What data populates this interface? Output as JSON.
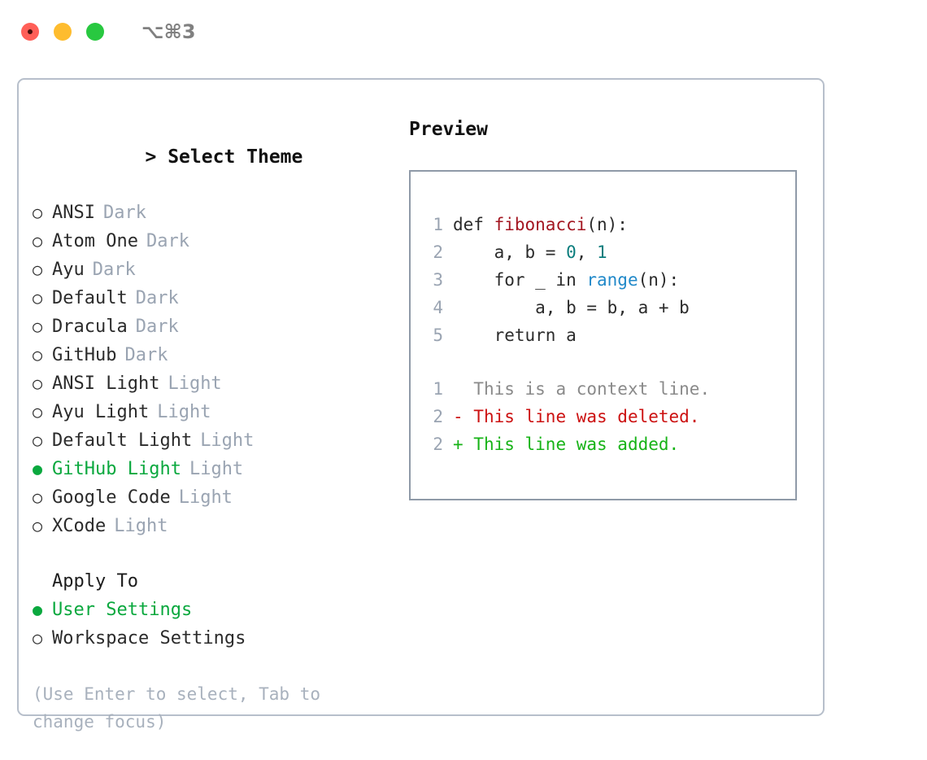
{
  "titlebar": {
    "shortcut": "⌥⌘3",
    "lights": [
      "close",
      "minimize",
      "maximize"
    ]
  },
  "theme_panel": {
    "heading_caret": ">",
    "heading": "Select Theme",
    "bullet_empty": "○",
    "bullet_filled": "●",
    "items": [
      {
        "bullet": "○",
        "name": "ANSI",
        "tag": "Dark",
        "selected": false
      },
      {
        "bullet": "○",
        "name": "Atom One",
        "tag": "Dark",
        "selected": false
      },
      {
        "bullet": "○",
        "name": "Ayu",
        "tag": "Dark",
        "selected": false
      },
      {
        "bullet": "○",
        "name": "Default",
        "tag": "Dark",
        "selected": false
      },
      {
        "bullet": "○",
        "name": "Dracula",
        "tag": "Dark",
        "selected": false
      },
      {
        "bullet": "○",
        "name": "GitHub",
        "tag": "Dark",
        "selected": false
      },
      {
        "bullet": "○",
        "name": "ANSI Light",
        "tag": "Light",
        "selected": false
      },
      {
        "bullet": "○",
        "name": "Ayu Light",
        "tag": "Light",
        "selected": false
      },
      {
        "bullet": "○",
        "name": "Default Light",
        "tag": "Light",
        "selected": false
      },
      {
        "bullet": "●",
        "name": "GitHub Light",
        "tag": "Light",
        "selected": true
      },
      {
        "bullet": "○",
        "name": "Google Code",
        "tag": "Light",
        "selected": false
      },
      {
        "bullet": "○",
        "name": "XCode",
        "tag": "Light",
        "selected": false
      }
    ]
  },
  "apply_to": {
    "label": "Apply To",
    "options": [
      {
        "bullet": "●",
        "name": "User Settings",
        "selected": true
      },
      {
        "bullet": "○",
        "name": "Workspace Settings",
        "selected": false
      }
    ]
  },
  "hint": "(Use Enter to select, Tab to change focus)",
  "preview": {
    "heading": "Preview",
    "code_lines": [
      {
        "gutter": "1",
        "segments": [
          {
            "text": "def ",
            "token": "plain"
          },
          {
            "text": "fibonacci",
            "token": "fn"
          },
          {
            "text": "(n):",
            "token": "plain"
          }
        ]
      },
      {
        "gutter": "2",
        "segments": [
          {
            "text": "    a, b = ",
            "token": "plain"
          },
          {
            "text": "0",
            "token": "num"
          },
          {
            "text": ", ",
            "token": "plain"
          },
          {
            "text": "1",
            "token": "num"
          }
        ]
      },
      {
        "gutter": "3",
        "segments": [
          {
            "text": "    for _ in ",
            "token": "plain"
          },
          {
            "text": "range",
            "token": "call"
          },
          {
            "text": "(n):",
            "token": "plain"
          }
        ]
      },
      {
        "gutter": "4",
        "segments": [
          {
            "text": "        a, b = b, a + b",
            "token": "plain"
          }
        ]
      },
      {
        "gutter": "5",
        "segments": [
          {
            "text": "    return a",
            "token": "plain"
          }
        ]
      }
    ],
    "diff_lines": [
      {
        "gutter": "1",
        "marker": "  ",
        "text": "This is a context line.",
        "kind": "context"
      },
      {
        "gutter": "2",
        "marker": "- ",
        "text": "This line was deleted.",
        "kind": "deleted"
      },
      {
        "gutter": "2",
        "marker": "+ ",
        "text": "This line was added.",
        "kind": "added"
      }
    ]
  },
  "colors": {
    "accent_green": "#0aa83e",
    "muted": "#9aa4b2",
    "panel_border": "#b7bfcb",
    "preview_border": "#8f9aa8",
    "fn_red": "#a31621",
    "num_teal": "#0a7d7d",
    "call_blue": "#2189c9",
    "diff_del": "#cc1111",
    "diff_add": "#17b317",
    "light_red": "#ff5f57",
    "light_yellow": "#febc2e",
    "light_green": "#28c840"
  }
}
